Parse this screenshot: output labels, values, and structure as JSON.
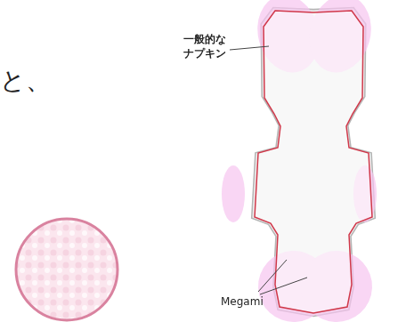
{
  "diagram": {
    "labels": [
      "と、",
      "一般的な ナプキン",
      "Megami"
    ]
  }
}
